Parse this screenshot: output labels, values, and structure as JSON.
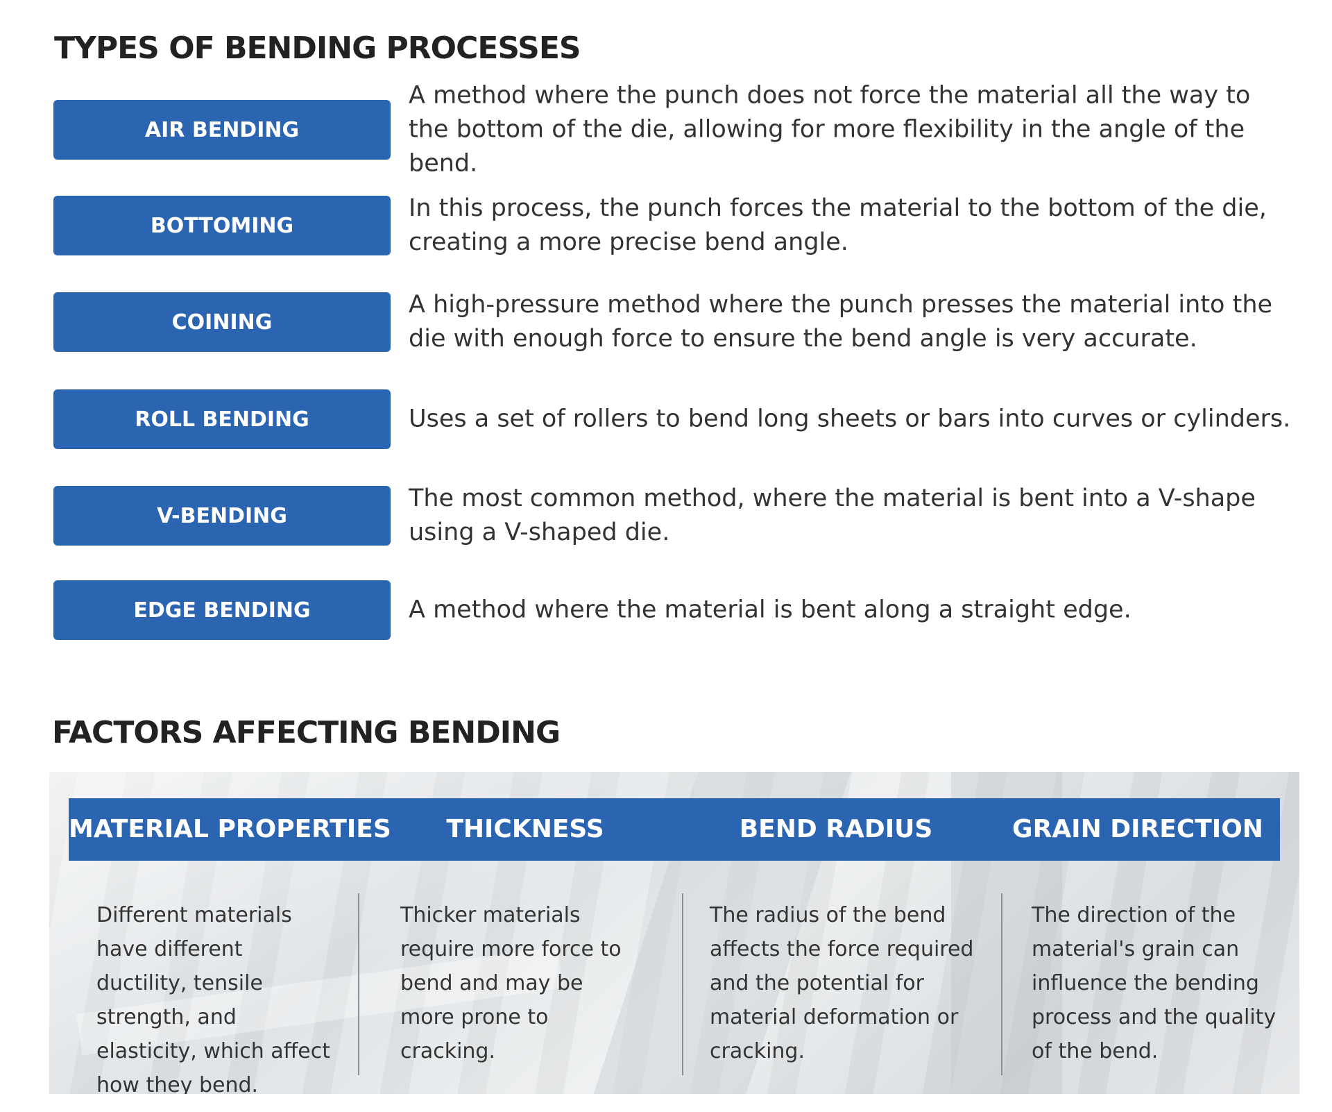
{
  "types_section": {
    "title": "TYPES OF BENDING PROCESSES",
    "processes": [
      {
        "label": "AIR BENDING",
        "description": "A method where the punch does not force the material all the way to the bottom of the die, allowing for more flexibility in the angle of the bend."
      },
      {
        "label": "BOTTOMING",
        "description": "In this process, the punch forces the material to the bottom of the die, creating a more precise bend angle."
      },
      {
        "label": "COINING",
        "description": "A high-pressure method where the punch presses the material into the die with enough force to ensure the bend angle is very accurate."
      },
      {
        "label": "ROLL BENDING",
        "description": "Uses a set of rollers to bend long sheets or bars into curves or cylinders."
      },
      {
        "label": "V-BENDING",
        "description": "The most common method, where the material is bent into a V-shape using a V-shaped die."
      },
      {
        "label": "EDGE BENDING",
        "description": "A method where the material is bent along a straight edge."
      }
    ]
  },
  "factors_section": {
    "title": "FACTORS AFFECTING BENDING",
    "factors": [
      {
        "heading": "MATERIAL PROPERTIES",
        "description": "Different materials have different ductility, tensile strength, and elasticity, which affect how they bend."
      },
      {
        "heading": "THICKNESS",
        "description": "Thicker materials require more force to bend and may be more prone to cracking."
      },
      {
        "heading": "BEND RADIUS",
        "description": "The radius of the bend affects the force required and the potential for material deformation or cracking."
      },
      {
        "heading": "GRAIN DIRECTION",
        "description": "The direction of the material's grain can influence the bending process and the quality of the bend."
      }
    ]
  },
  "colors": {
    "accent_blue": "#2b64b0",
    "heading_text": "#222222",
    "body_text": "#333333",
    "panel_background": "#e4e7ea"
  }
}
